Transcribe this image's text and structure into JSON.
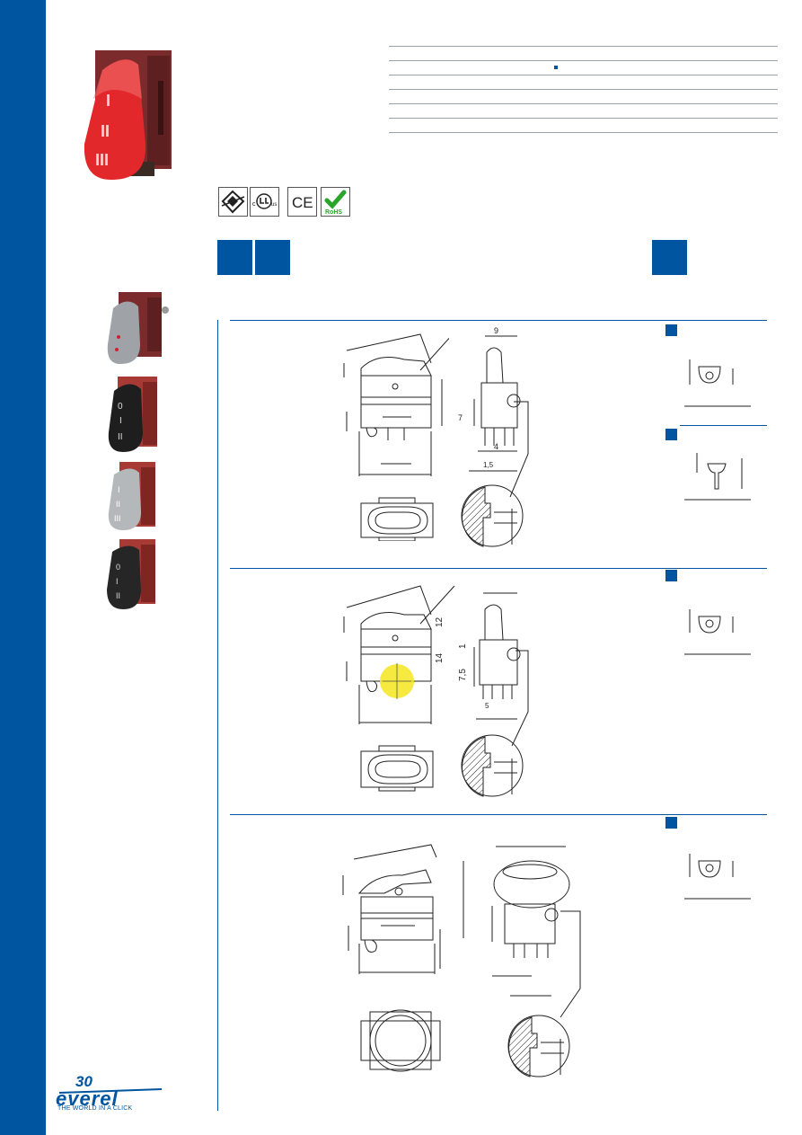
{
  "brand": {
    "anniversary": "30",
    "name": "everel",
    "tagline": "THE WORLD IN A CLICK",
    "color": "#0055a0"
  },
  "certifications": [
    {
      "name": "enec-icon"
    },
    {
      "name": "cul-us-icon",
      "text_c": "c",
      "text_us": "us"
    },
    {
      "name": "ce-icon",
      "text": "CE"
    },
    {
      "name": "rohs-icon",
      "text": "RoHS"
    }
  ],
  "photos": {
    "main_rocker_marks": [
      "I",
      "II",
      "III"
    ],
    "variant_2_marks": [
      "0",
      "I",
      "II"
    ],
    "variant_3_marks": [
      "I",
      "II",
      "III"
    ],
    "variant_4_marks": [
      "0",
      "I",
      "II"
    ]
  },
  "dimensions": {
    "d1_top": "9",
    "d1_side_a": "7",
    "d1_side_b": "4",
    "d1_side_c": "1,5",
    "d2_top": "12",
    "d2_mid": "14",
    "d2_side_a": "1",
    "d2_side_b": "7,5",
    "d2_side_c": "5"
  },
  "highlight_color": "#f5e51e"
}
